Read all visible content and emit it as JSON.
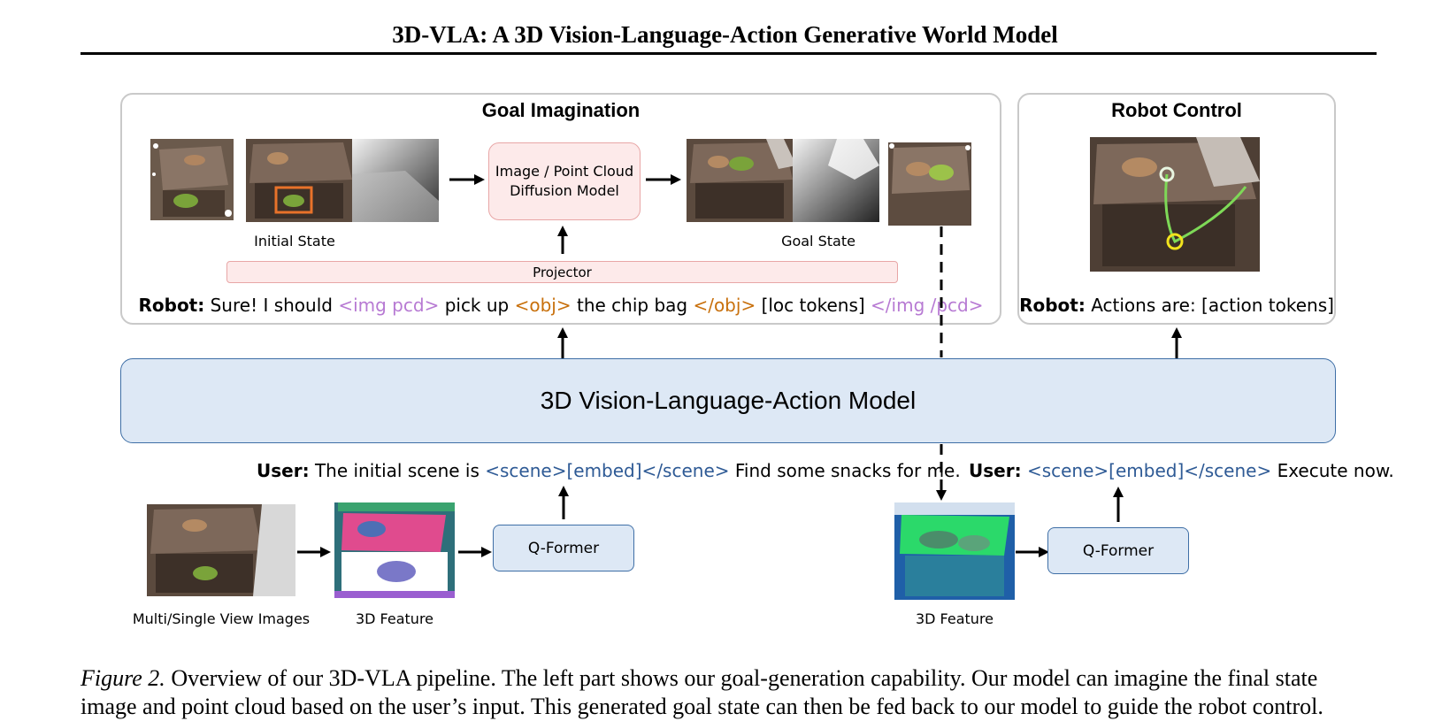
{
  "paper": {
    "title": "3D-VLA: A 3D Vision-Language-Action Generative World Model"
  },
  "figure": {
    "goal_panel": {
      "title": "Goal Imagination",
      "initial_label": "Initial State",
      "goal_label": "Goal State",
      "diffusion_line1": "Image / Point Cloud",
      "diffusion_line2": "Diffusion Model",
      "projector": "Projector",
      "robot_prefix": "Robot:",
      "robot_t1": "Sure! I should",
      "robot_t2": "<img pcd>",
      "robot_t3": "pick up",
      "robot_t4": "<obj>",
      "robot_t5": "the chip bag",
      "robot_t6": "</obj>",
      "robot_t7": "[loc tokens]",
      "robot_t8": "</img /pcd>"
    },
    "control_panel": {
      "title": "Robot Control",
      "robot_prefix": "Robot:",
      "robot_text": "Actions are: [action tokens]"
    },
    "model_label": "3D Vision-Language-Action Model",
    "user_left": {
      "prefix": "User:",
      "t1": "The initial scene is",
      "t2": "<scene>[embed]</scene>",
      "t3": "Find some snacks for me."
    },
    "user_right": {
      "prefix": "User:",
      "t1": "<scene>[embed]</scene>",
      "t2": "Execute now."
    },
    "qformer_left": "Q-Former",
    "qformer_right": "Q-Former",
    "label_multi_view": "Multi/Single View Images",
    "label_3d_feature_left": "3D Feature",
    "label_3d_feature_right": "3D Feature"
  },
  "caption": {
    "label": "Figure 2.",
    "line1": "Overview of our 3D-VLA pipeline. The left part shows our goal-generation capability. Our model can imagine the final state",
    "line2": "image and point cloud based on the user’s input. This generated goal state can then be fed back to our model to guide the robot control."
  },
  "colors": {
    "pink_fill": "#fdeaea",
    "pink_border": "#e8a6a6",
    "blue_fill": "#dde8f5",
    "blue_border": "#3f6fa6",
    "token_purple": "#b77ad3",
    "token_orange": "#c8700c",
    "token_blue": "#2e5a95"
  }
}
